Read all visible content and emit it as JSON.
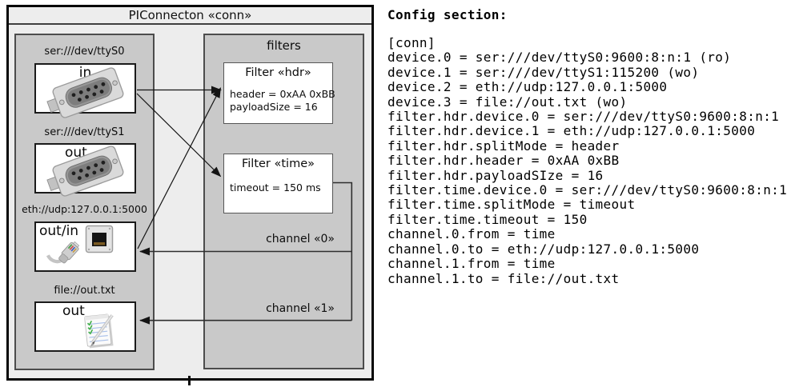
{
  "diagram": {
    "title": "PIConnecton «conn»",
    "devices": [
      {
        "label": "ser:///dev/ttyS0",
        "port": "in",
        "icon": "serial-connector-icon"
      },
      {
        "label": "ser:///dev/ttyS1",
        "port": "out",
        "icon": "serial-connector-icon"
      },
      {
        "label": "eth://udp:127.0.0.1:5000",
        "port": "out/in",
        "icon": "ethernet-connector-icon"
      },
      {
        "label": "file://out.txt",
        "port": "out",
        "icon": "notepad-icon"
      }
    ],
    "filters_panel": {
      "title": "filters"
    },
    "filters": [
      {
        "title": "Filter «hdr»",
        "attrs": [
          "header = 0xAA 0xBB",
          "payloadSize = 16"
        ]
      },
      {
        "title": "Filter «time»",
        "attrs": [
          "timeout = 150 ms"
        ]
      }
    ],
    "channels": [
      {
        "label": "channel «0»"
      },
      {
        "label": "channel «1»"
      }
    ]
  },
  "config": {
    "heading": "Config section:",
    "lines": [
      "[conn]",
      "device.0 = ser:///dev/ttyS0:9600:8:n:1 (ro)",
      "device.1 = ser:///dev/ttyS1:115200 (wo)",
      "device.2 = eth://udp:127.0.0.1:5000",
      "device.3 = file://out.txt (wo)",
      "filter.hdr.device.0 = ser:///dev/ttyS0:9600:8:n:1",
      "filter.hdr.device.1 = eth://udp:127.0.0.1:5000",
      "filter.hdr.splitMode = header",
      "filter.hdr.header = 0xAA 0xBB",
      "filter.hdr.payloadSIze = 16",
      "filter.time.device.0 = ser:///dev/ttyS0:9600:8:n:1",
      "filter.time.splitMode = timeout",
      "filter.time.timeout = 150",
      "channel.0.from = time",
      "channel.0.to = eth://udp:127.0.0.1:5000",
      "channel.1.from = time",
      "channel.1.to = file://out.txt"
    ]
  },
  "colors": {
    "diagram_bg": "#ededed",
    "panel_bg": "#c9c9c9",
    "device_box_bg": "#ffffff",
    "line_color": "#141414"
  }
}
